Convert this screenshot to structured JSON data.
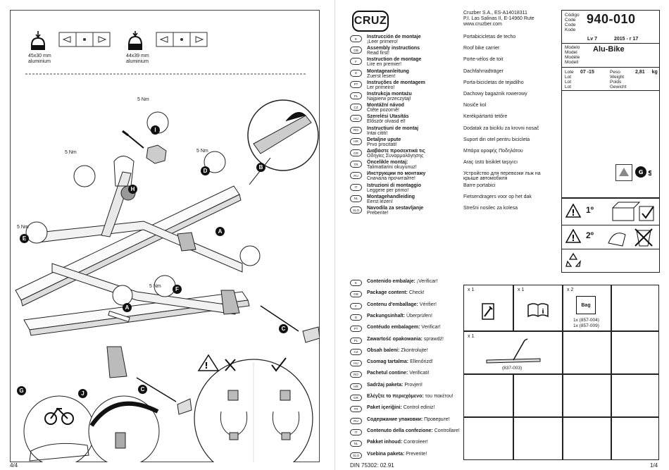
{
  "header": {
    "logo": "CRUZ",
    "company_lines": [
      "Cruzber S.A., ES-A14018311",
      "P.I. Las Salinas II, E-14960 Rute",
      "www.cruzber.com"
    ]
  },
  "code_box": {
    "code_labels": [
      "Código",
      "Code",
      "Code",
      "Kode"
    ],
    "code": "940-010",
    "lv": "Lv 7",
    "rev": "2015 - r 17",
    "model_labels": [
      "Modelo",
      "Model",
      "Modèle",
      "Modell"
    ],
    "model": "Alu-Bike",
    "lot_labels": [
      "Lote",
      "Lot",
      "Lot",
      "Lot"
    ],
    "lot": "07 -15",
    "weight_labels": [
      "Peso",
      "Weight",
      "Poids",
      "Gewicht"
    ],
    "weight": "2,81",
    "weight_unit": "kg"
  },
  "languages": [
    {
      "code": "E",
      "title": "Instrucción de montaje",
      "sub": "¡Leer primero!",
      "product": "Portabicicletas de techo"
    },
    {
      "code": "GB",
      "title": "Assembly instructions",
      "sub": "Read first!",
      "product": "Roof bike carrier"
    },
    {
      "code": "F",
      "title": "Instruction de montage",
      "sub": "Lire en premier!",
      "product": "Porte-vélos de toit"
    },
    {
      "code": "D",
      "title": "Montageanleitung",
      "sub": "Zuerst lesen!",
      "product": "Dachfahrradträger"
    },
    {
      "code": "PT",
      "title": "Instruções de montagem",
      "sub": "Ler primeiro!",
      "product": "Porta-bicicletas de tejadilho"
    },
    {
      "code": "PL",
      "title": "Instrukcja montażu",
      "sub": "Najpierw przeczytaj!",
      "product": "Dachowy bagażnik rowerowy"
    },
    {
      "code": "CZ",
      "title": "Montážní návod",
      "sub": "Čtěte pozorně!",
      "product": "Nosiče kol"
    },
    {
      "code": "HU",
      "title": "Szerelési Utasítás",
      "sub": "Először olvasd el!",
      "product": "Kerékpártartó tetőre"
    },
    {
      "code": "RO",
      "title": "Instructiuni de montaj",
      "sub": "Intai cititi!",
      "product": "Dodatak za biciklu za krovni nosač"
    },
    {
      "code": "HR",
      "title": "Detaljne upute",
      "sub": "Prvo procitati!",
      "product": "Suport din otel pentru bicicleta"
    },
    {
      "code": "GR",
      "title": "Διαβάστε προσεκτικά τις",
      "sub": "Οδηγίες Συναρμολόγησης",
      "product": "Μπάρα οροφής Ποδηλάτου"
    },
    {
      "code": "TR",
      "title": "Öncelikle montaj:",
      "sub": "Talimatlarini okuyunuz!",
      "product": "Araç üstü bisiklet taşıyıcı"
    },
    {
      "code": "RU",
      "title": "Инструкции по монтажу",
      "sub": "Сначала прочитайте!",
      "product": "Устройство для перевозки льж на"
    },
    {
      "code": "IT",
      "title": "Istruzioni di montaggio",
      "sub": "Leggere per primo!",
      "product": "Barre portabici"
    },
    {
      "code": "NL",
      "title": "Montagehandleiding",
      "sub": "Eerst lezen!",
      "product": "Fietsendragers voor op het dak"
    },
    {
      "code": "SLO",
      "title": "Navodila za sestavljanje",
      "sub": "Preberite!",
      "product": "Strešni nosilec za kolesa"
    }
  ],
  "ru_product_line2": "крыше автомобиля",
  "package_content": [
    {
      "code": "E",
      "label": "Contenido embalaje:",
      "value": "¡Verificar!"
    },
    {
      "code": "GB",
      "label": "Package content:",
      "value": "Check!"
    },
    {
      "code": "F",
      "label": "Contenu d'emballage:",
      "value": "Vérifier!"
    },
    {
      "code": "D",
      "label": "Packungsinhalt:",
      "value": "Überprüfen!"
    },
    {
      "code": "PT",
      "label": "Contéudo embalagem:",
      "value": "Verificar!"
    },
    {
      "code": "PL",
      "label": "Zawartość opakowania:",
      "value": "sprawdź!"
    },
    {
      "code": "CZ",
      "label": "Obsah balení:",
      "value": "Zkontrolujte!"
    },
    {
      "code": "HU",
      "label": "Csomag tartalma:",
      "value": "Ellenőrizd!"
    },
    {
      "code": "RO",
      "label": "Pachetul contine:",
      "value": "Verificati!"
    },
    {
      "code": "HR",
      "label": "Sadržaj paketa:",
      "value": "Provjeri!"
    },
    {
      "code": "GR",
      "label": "Ελέγξτε το περιεχόμενο:",
      "value": "του πακέτου!"
    },
    {
      "code": "TR",
      "label": "Paket içeriğini:",
      "value": "Control ediniz!"
    },
    {
      "code": "RU",
      "label": "Содержание упаковки:",
      "value": "Проверьте!"
    },
    {
      "code": "IT",
      "label": "Contenuto della confezione:",
      "value": "Controllare!"
    },
    {
      "code": "NL",
      "label": "Pakket inhoud:",
      "value": "Controleer!"
    },
    {
      "code": "SLO",
      "label": "Vsebina paketa:",
      "value": "Preverite!"
    }
  ],
  "parts": {
    "qty1": "x 1",
    "qty2": "x 1",
    "qty3": "x 2",
    "qty4": "x 1",
    "bag_label": "Bag",
    "bag_refs": [
      "1x (857-004)",
      "1x (857-009)"
    ],
    "bar_ref": "(837-003)"
  },
  "warnings": {
    "first": "1º",
    "second": "2º"
  },
  "left_page": {
    "bar1_size": "45x30 mm",
    "bar1_material": "aluminium",
    "bar2_size": "44x39 mm",
    "bar2_material": "aluminium",
    "torque": "5 Nm",
    "letters": [
      "A",
      "B",
      "C",
      "D",
      "E",
      "F",
      "G",
      "H",
      "I",
      "J"
    ]
  },
  "footer": {
    "left": "4/4",
    "mid": "DIN 75302: 02.91",
    "right": "1/4"
  }
}
